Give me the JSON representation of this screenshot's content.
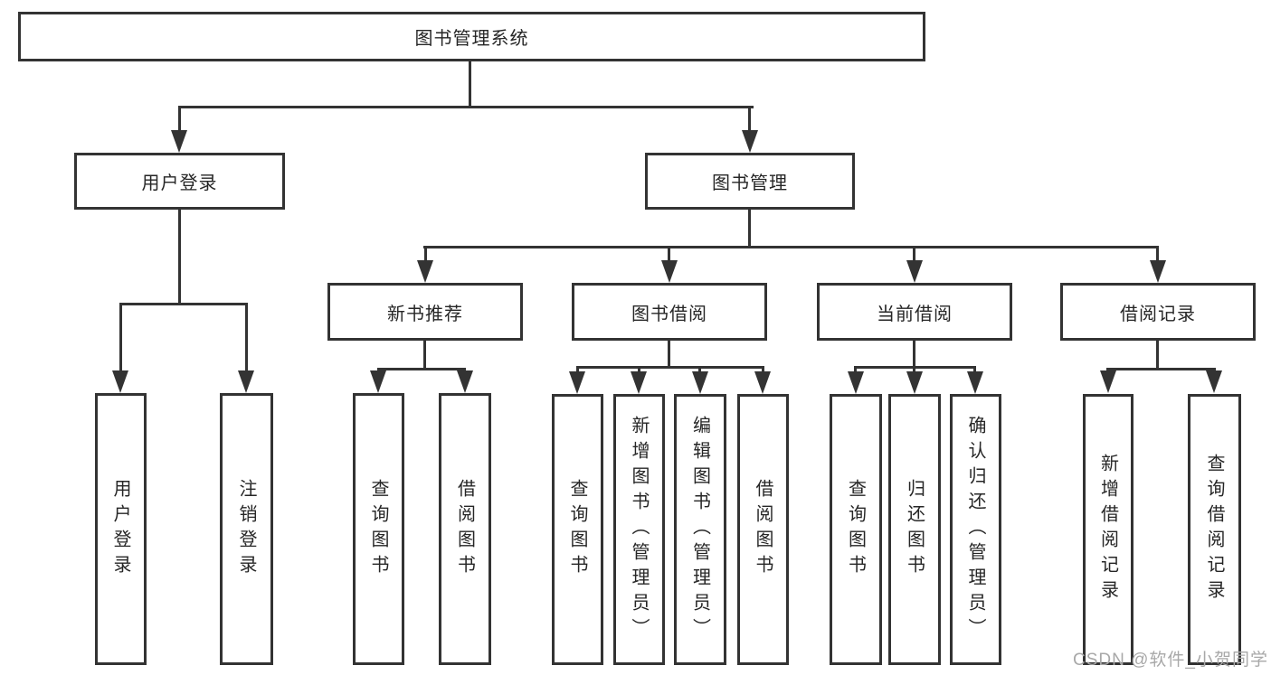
{
  "diagram": {
    "root": {
      "label": "图书管理系统"
    },
    "level2": [
      {
        "label": "用户登录"
      },
      {
        "label": "图书管理"
      }
    ],
    "level3": [
      {
        "label": "新书推荐",
        "parent": "图书管理"
      },
      {
        "label": "图书借阅",
        "parent": "图书管理"
      },
      {
        "label": "当前借阅",
        "parent": "图书管理"
      },
      {
        "label": "借阅记录",
        "parent": "图书管理"
      }
    ],
    "leaves": [
      {
        "label": "用户登录",
        "parent": "用户登录"
      },
      {
        "label": "注销登录",
        "parent": "用户登录"
      },
      {
        "label": "查询图书",
        "parent": "新书推荐"
      },
      {
        "label": "借阅图书",
        "parent": "新书推荐"
      },
      {
        "label": "查询图书",
        "parent": "图书借阅"
      },
      {
        "label": "新增图书（管理员）",
        "parent": "图书借阅"
      },
      {
        "label": "编辑图书（管理员）",
        "parent": "图书借阅"
      },
      {
        "label": "借阅图书",
        "parent": "图书借阅"
      },
      {
        "label": "查询图书",
        "parent": "当前借阅"
      },
      {
        "label": "归还图书",
        "parent": "当前借阅"
      },
      {
        "label": "确认归还（管理员）",
        "parent": "当前借阅"
      },
      {
        "label": "新增借阅记录",
        "parent": "借阅记录"
      },
      {
        "label": "查询借阅记录",
        "parent": "借阅记录"
      }
    ]
  },
  "watermark": {
    "text": "CSDN @软件_小贺同学",
    "color": "#a8a8a8"
  },
  "colors": {
    "line": "#333333",
    "text": "#262626",
    "background": "#ffffff"
  }
}
